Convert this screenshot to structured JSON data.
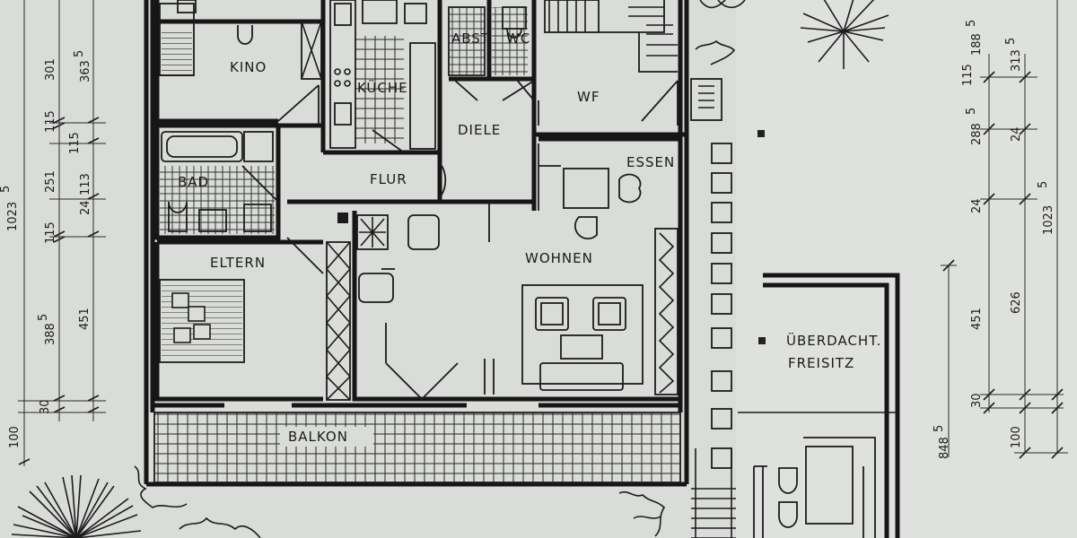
{
  "rooms": {
    "kino": "KINO",
    "kueche": "KÜCHE",
    "abst": "ABST",
    "wc": "WC",
    "wf": "WF",
    "diele": "DIELE",
    "essen": "ESSEN",
    "flur": "FLUR",
    "bad": "BAD",
    "eltern": "ELTERN",
    "wohnen": "WOHNEN",
    "balkon": "BALKON",
    "freisitz_line1": "ÜBERDACHT.",
    "freisitz_line2": "FREISITZ"
  },
  "dimensions": {
    "left_total": "1023",
    "left_total_sup": "5",
    "left_inner": [
      "301",
      "115",
      "251",
      "115",
      "451",
      "30",
      "100"
    ],
    "left_outer": [
      "363",
      "388"
    ],
    "left_outer_sup": [
      "5",
      "5"
    ],
    "left_mid": [
      "115",
      "113",
      "24"
    ],
    "right_total": "1023",
    "right_total_sup": "5",
    "right_a": [
      "115",
      "288",
      "24",
      "626",
      "30",
      "100"
    ],
    "right_a_sup": [
      "",
      "5",
      "",
      "",
      "",
      ""
    ],
    "right_b": [
      "188",
      "313"
    ],
    "right_b_sup": [
      "5",
      "5"
    ],
    "right_c": "451",
    "right_d": "848",
    "right_d_sup": "5"
  },
  "colors": {
    "paper": "#d9dcd8",
    "ink": "#161616"
  }
}
